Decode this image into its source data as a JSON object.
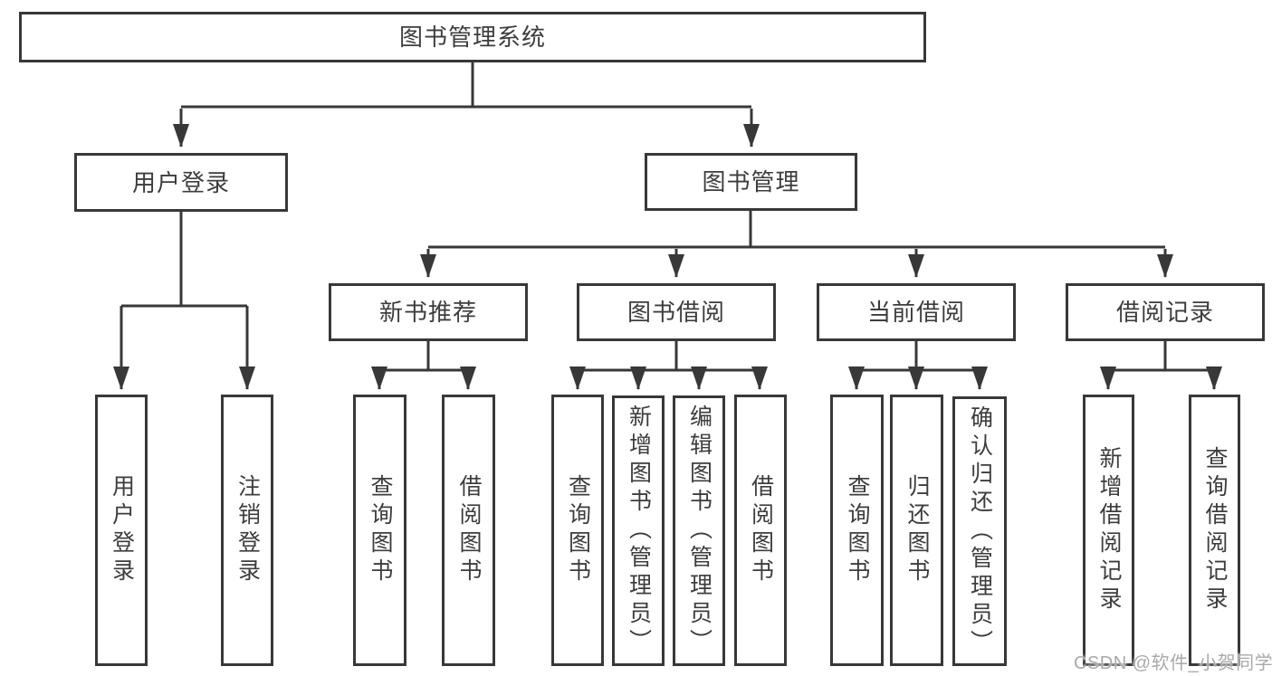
{
  "diagram": {
    "type": "hierarchy-tree",
    "title": "图书管理系统",
    "colors": {
      "line": "#383838",
      "box_border": "#383838",
      "text": "#3d3d3d",
      "watermark": "#a9a9a9",
      "background": "#ffffff"
    },
    "nodes": {
      "root": "图书管理系统",
      "user_login": "用户登录",
      "book_management": "图书管理",
      "new_book_recommend": "新书推荐",
      "book_borrow": "图书借阅",
      "current_borrow": "当前借阅",
      "borrow_records": "借阅记录",
      "leaf_user_login": "用户登录",
      "leaf_logout": "注销登录",
      "leaf_query_book_recommend": "查询图书",
      "leaf_borrow_book_recommend": "借阅图书",
      "leaf_query_book_borrow": "查询图书",
      "leaf_add_book_admin": "新增图书（管理员）",
      "leaf_edit_book_admin": "编辑图书（管理员）",
      "leaf_borrow_book_borrow": "借阅图书",
      "leaf_query_book_current": "查询图书",
      "leaf_return_book": "归还图书",
      "leaf_confirm_return_admin": "确认归还（管理员）",
      "leaf_add_borrow_record": "新增借阅记录",
      "leaf_query_borrow_record": "查询借阅记录"
    },
    "edges": [
      [
        "root",
        "user_login"
      ],
      [
        "root",
        "book_management"
      ],
      [
        "user_login",
        "leaf_user_login"
      ],
      [
        "user_login",
        "leaf_logout"
      ],
      [
        "book_management",
        "new_book_recommend"
      ],
      [
        "book_management",
        "book_borrow"
      ],
      [
        "book_management",
        "current_borrow"
      ],
      [
        "book_management",
        "borrow_records"
      ],
      [
        "new_book_recommend",
        "leaf_query_book_recommend"
      ],
      [
        "new_book_recommend",
        "leaf_borrow_book_recommend"
      ],
      [
        "book_borrow",
        "leaf_query_book_borrow"
      ],
      [
        "book_borrow",
        "leaf_add_book_admin"
      ],
      [
        "book_borrow",
        "leaf_edit_book_admin"
      ],
      [
        "book_borrow",
        "leaf_borrow_book_borrow"
      ],
      [
        "current_borrow",
        "leaf_query_book_current"
      ],
      [
        "current_borrow",
        "leaf_return_book"
      ],
      [
        "current_borrow",
        "leaf_confirm_return_admin"
      ],
      [
        "borrow_records",
        "leaf_add_borrow_record"
      ],
      [
        "borrow_records",
        "leaf_query_borrow_record"
      ]
    ]
  },
  "watermark": "CSDN @软件_小贺同学"
}
